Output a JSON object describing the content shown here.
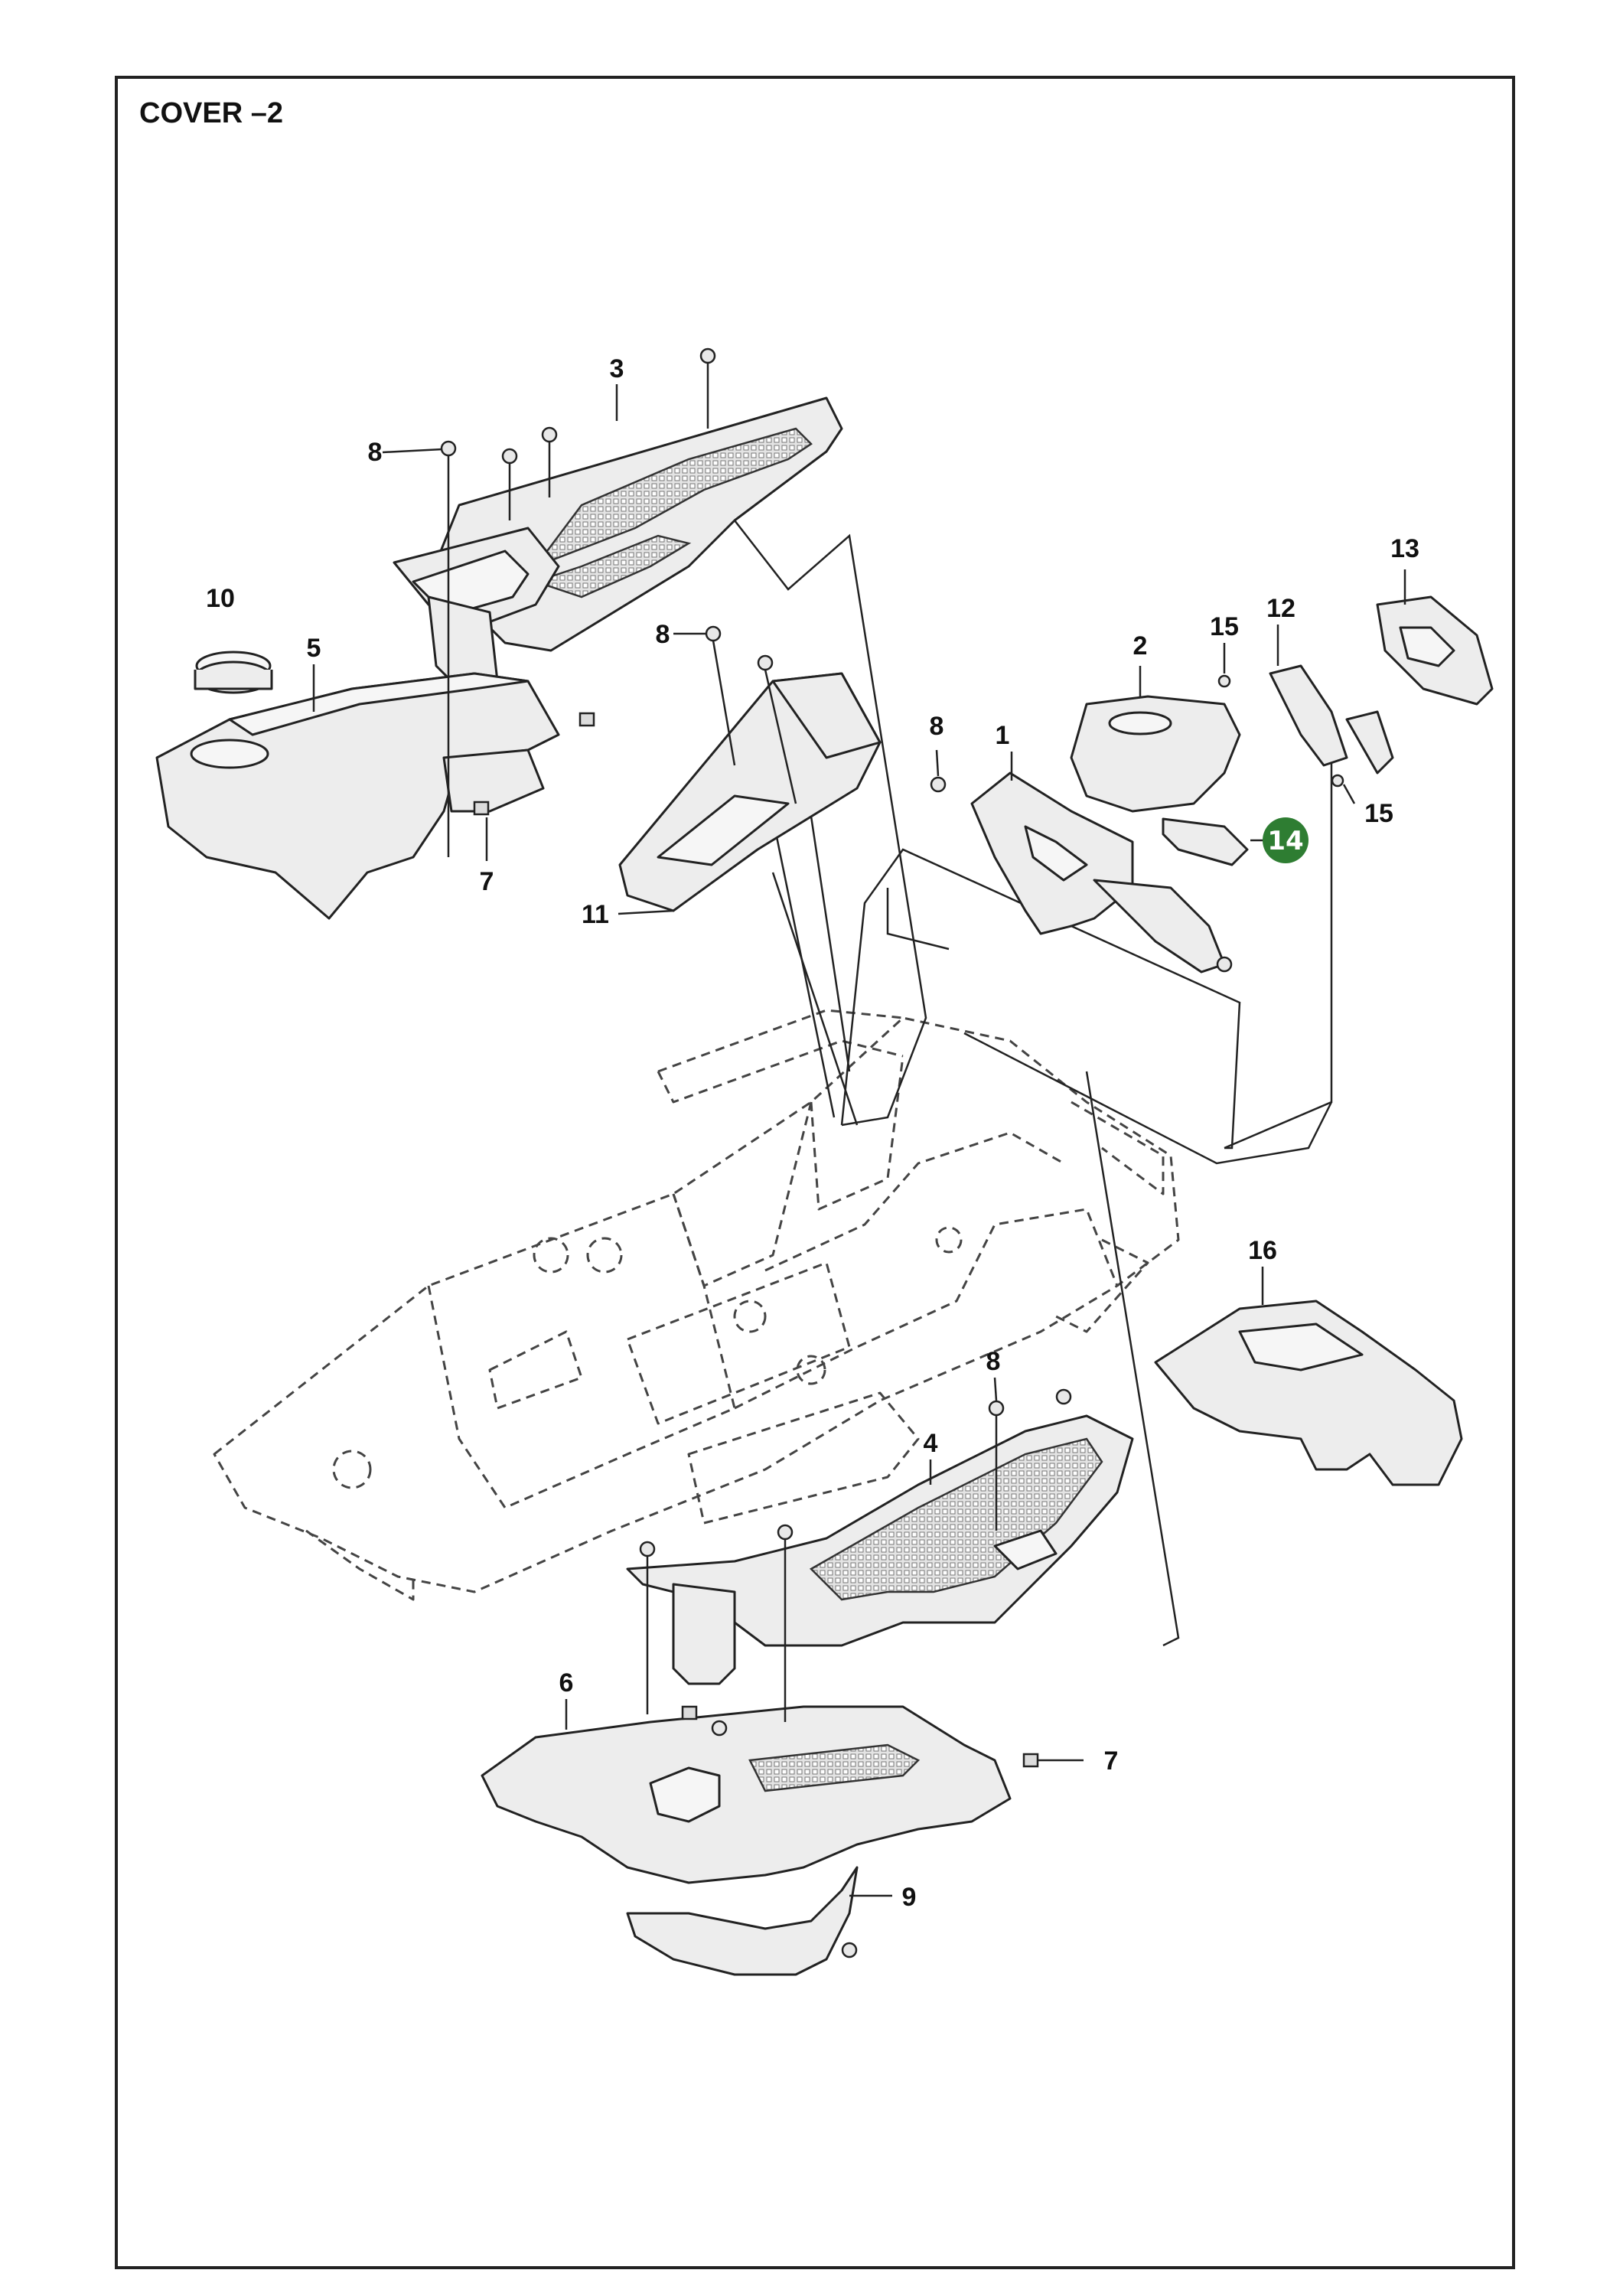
{
  "title": "COVER –2",
  "callouts": [
    {
      "label": "1",
      "part": "dashboard-bracket"
    },
    {
      "label": "2",
      "part": "dashboard-cover"
    },
    {
      "label": "3",
      "part": "rear-floor-mat-cover"
    },
    {
      "label": "4",
      "part": "front-floor-mat-cover"
    },
    {
      "label": "5",
      "part": "rear-fender-cover"
    },
    {
      "label": "6",
      "part": "front-footrest-cover"
    },
    {
      "label": "7",
      "part": "clip"
    },
    {
      "label": "8",
      "part": "screw"
    },
    {
      "label": "9",
      "part": "side-trim"
    },
    {
      "label": "10",
      "part": "cup-holder-ring"
    },
    {
      "label": "11",
      "part": "center-plate"
    },
    {
      "label": "12",
      "part": "panel-bracket"
    },
    {
      "label": "13",
      "part": "control-panel"
    },
    {
      "label": "14",
      "part": "handle",
      "highlighted": true
    },
    {
      "label": "15",
      "part": "screw"
    },
    {
      "label": "16",
      "part": "hood-cover"
    }
  ],
  "colors": {
    "highlight": "#2e7d32",
    "outline": "#222222",
    "part_fill": "#ededed",
    "frame_border": "#222222"
  }
}
